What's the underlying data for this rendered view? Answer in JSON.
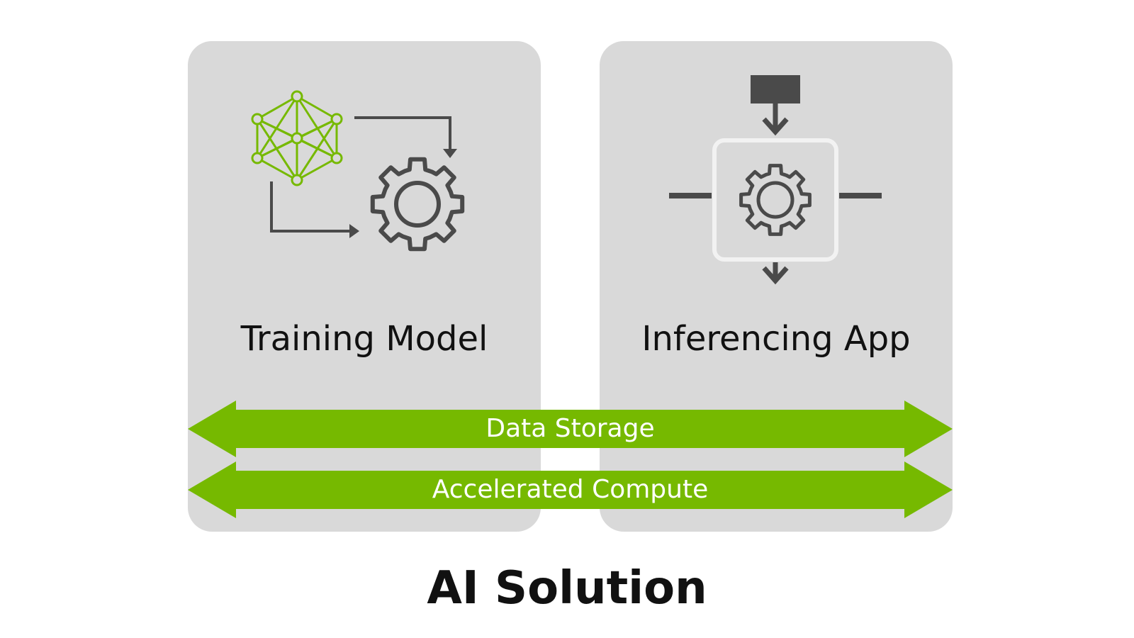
{
  "diagram": {
    "panels": {
      "training": {
        "label": "Training Model",
        "icon": "neural-network-and-gear-icon"
      },
      "inferencing": {
        "label": "Inferencing App",
        "icon": "gear-processor-icon"
      }
    },
    "bands": {
      "data_storage": "Data Storage",
      "accelerated_compute": "Accelerated Compute"
    },
    "footer_title": "AI Solution"
  },
  "colors": {
    "panel_bg": "#d9d9d9",
    "accent_green": "#76b900",
    "icon_dark": "#4a4a4a",
    "text": "#111111"
  }
}
